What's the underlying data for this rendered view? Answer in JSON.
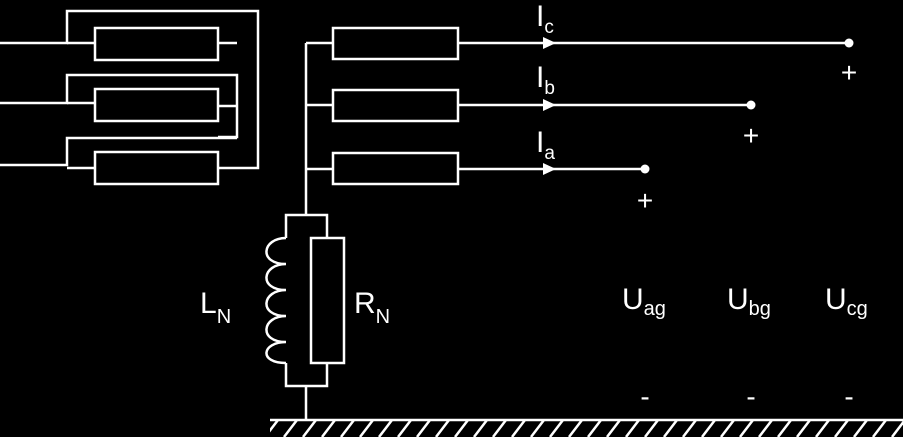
{
  "diagram": {
    "colors": {
      "background": "#000000",
      "stroke": "#ffffff"
    },
    "inductor_label": {
      "main": "L",
      "sub": "N"
    },
    "resistor_label": {
      "main": "R",
      "sub": "N"
    },
    "currents": [
      {
        "main": "I",
        "sub": "c"
      },
      {
        "main": "I",
        "sub": "b"
      },
      {
        "main": "I",
        "sub": "a"
      }
    ],
    "voltages": [
      {
        "main": "U",
        "sub": "ag",
        "plus": "+",
        "minus": "-"
      },
      {
        "main": "U",
        "sub": "bg",
        "plus": "+",
        "minus": "-"
      },
      {
        "main": "U",
        "sub": "cg",
        "plus": "+",
        "minus": "-"
      }
    ]
  }
}
